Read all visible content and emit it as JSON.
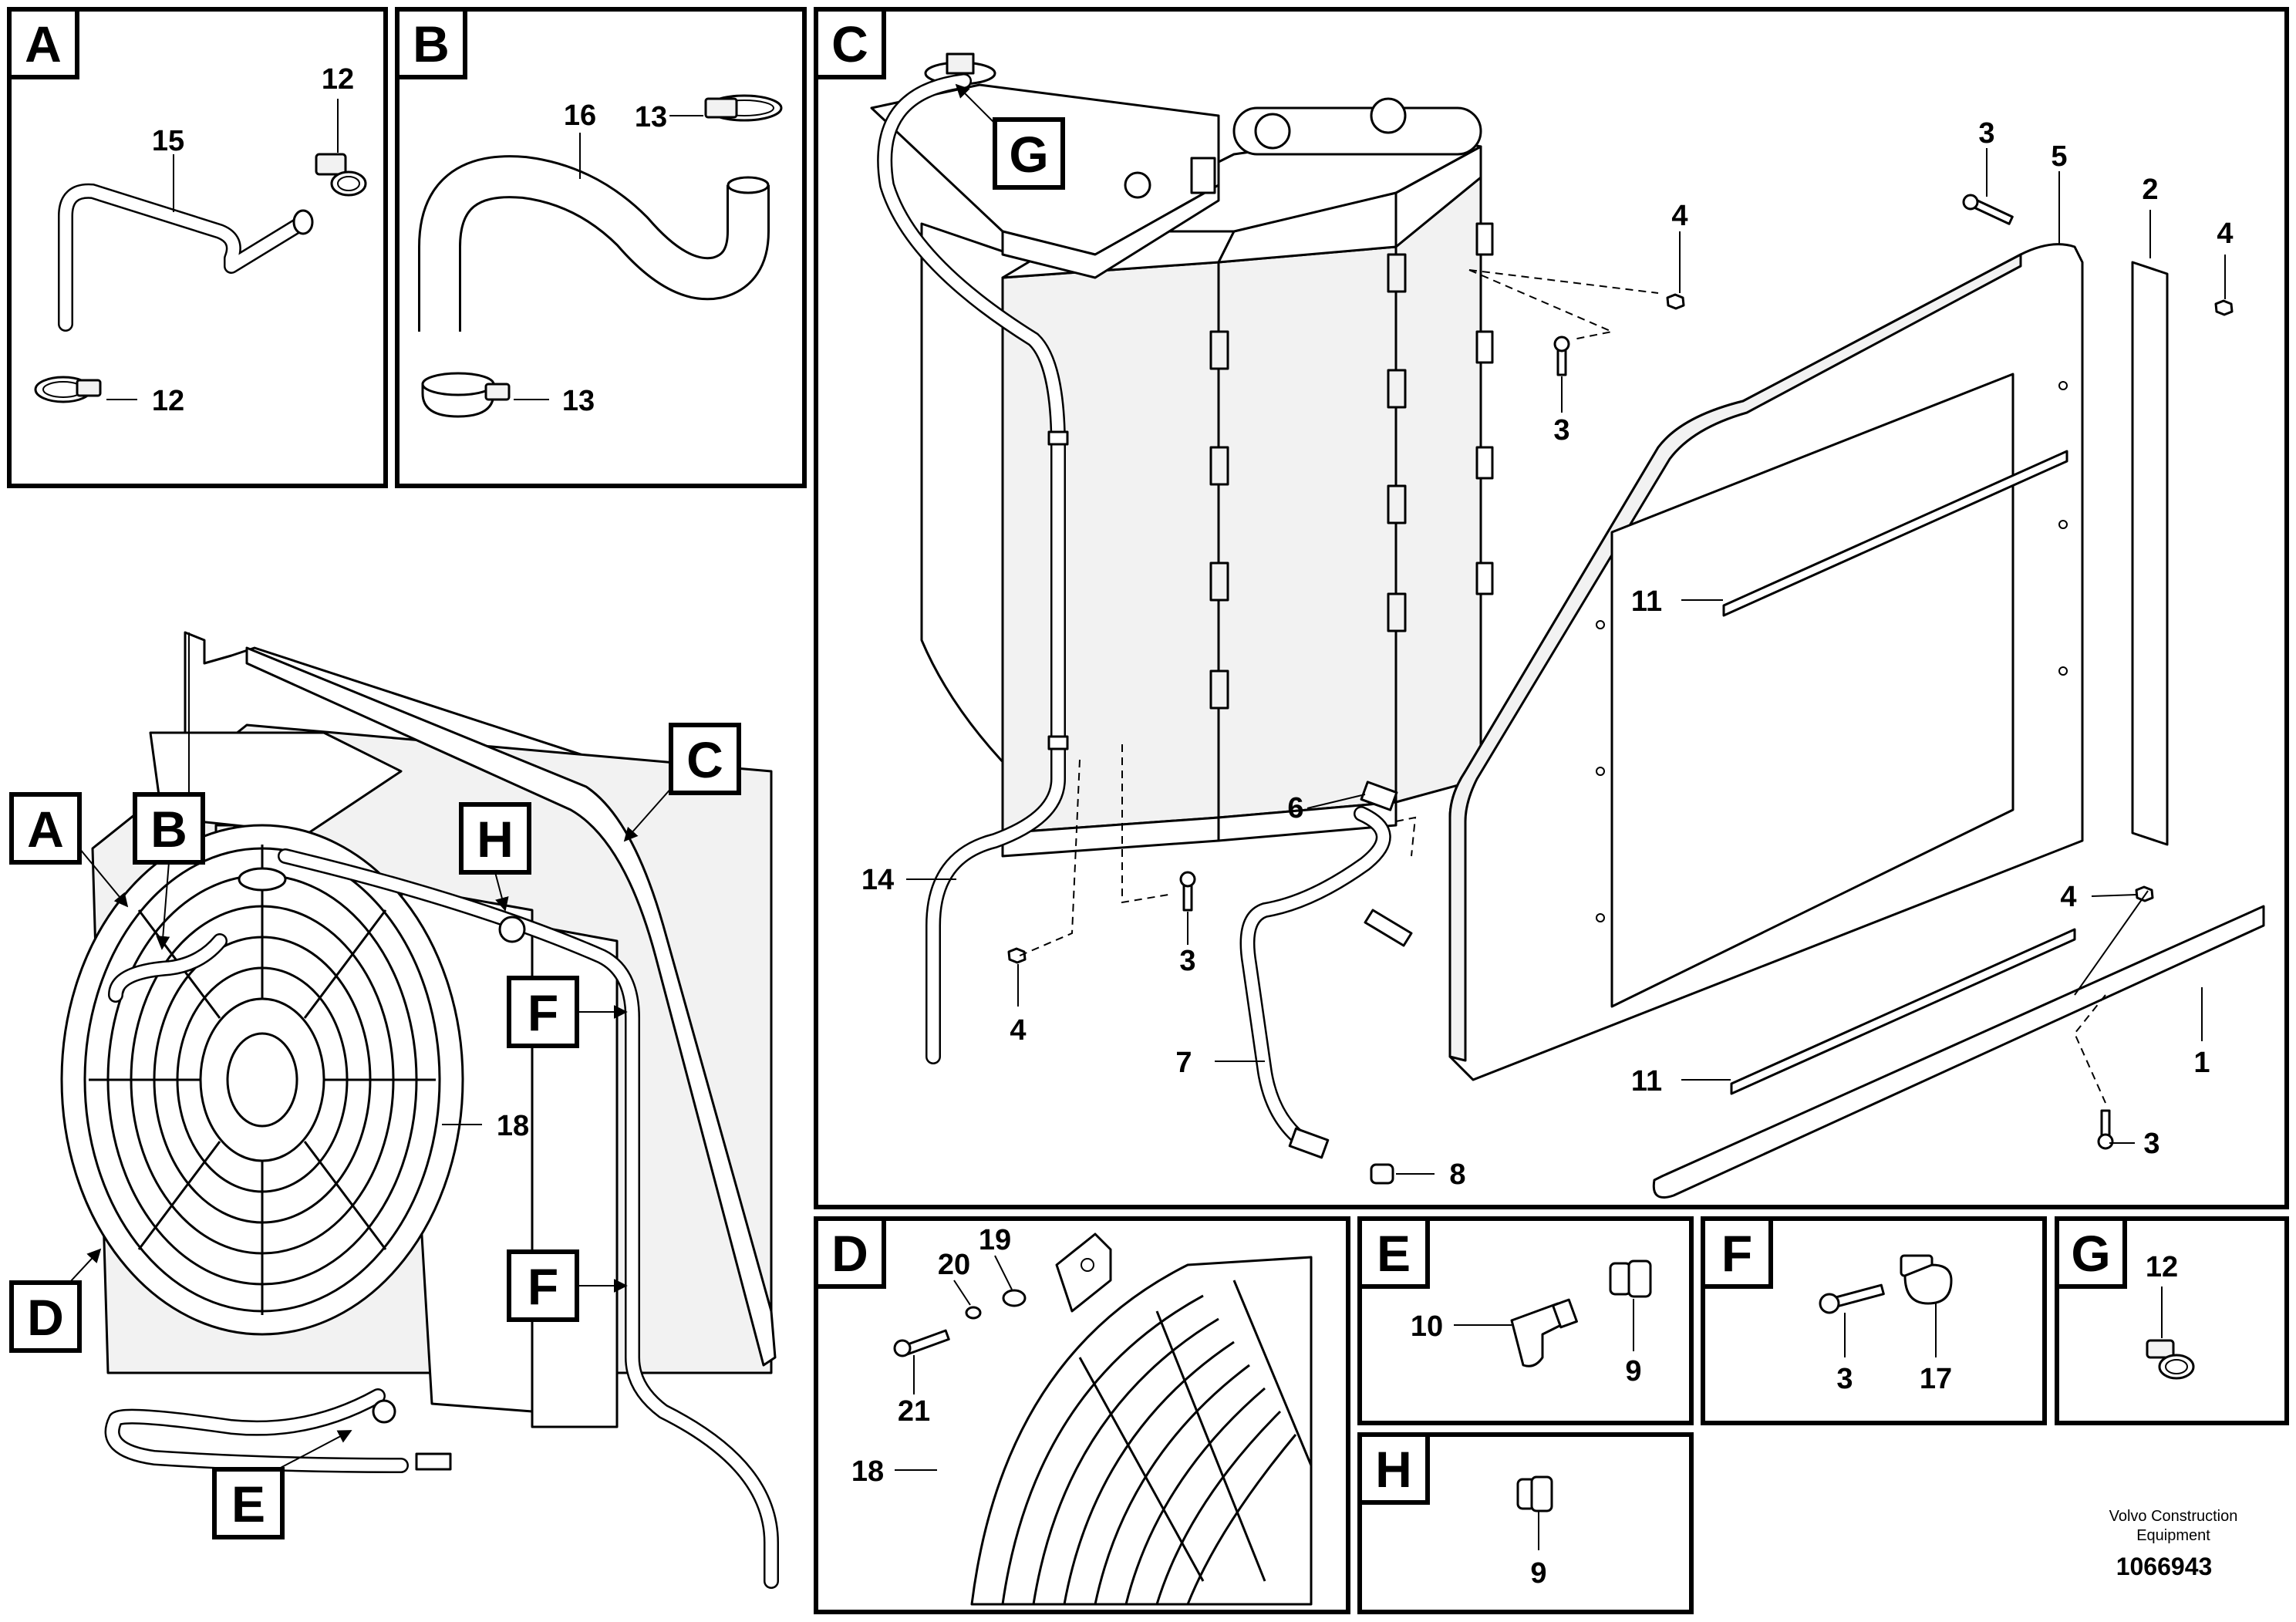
{
  "panels": [
    {
      "id": "A",
      "letter": "A"
    },
    {
      "id": "B",
      "letter": "B"
    },
    {
      "id": "C",
      "letter": "C"
    },
    {
      "id": "D",
      "letter": "D"
    },
    {
      "id": "E",
      "letter": "E"
    },
    {
      "id": "F",
      "letter": "F"
    },
    {
      "id": "G",
      "letter": "G"
    },
    {
      "id": "H",
      "letter": "H"
    }
  ],
  "panel_a": {
    "labels": [
      "12",
      "15",
      "12"
    ]
  },
  "panel_b": {
    "labels": [
      "16",
      "13",
      "13"
    ]
  },
  "panel_c": {
    "callout": "G",
    "labels": [
      "3",
      "5",
      "2",
      "4",
      "4",
      "3",
      "11",
      "6",
      "14",
      "4",
      "3",
      "7",
      "4",
      "1",
      "11",
      "3",
      "8"
    ]
  },
  "panel_d": {
    "labels": [
      "19",
      "20",
      "21",
      "18"
    ]
  },
  "panel_e": {
    "labels": [
      "10",
      "9"
    ]
  },
  "panel_f": {
    "labels": [
      "3",
      "17"
    ]
  },
  "panel_g": {
    "labels": [
      "12"
    ]
  },
  "panel_h": {
    "labels": [
      "9"
    ]
  },
  "overview": {
    "callouts": [
      "A",
      "B",
      "C",
      "H",
      "F",
      "F",
      "D",
      "E"
    ],
    "labels": [
      "18"
    ]
  },
  "credit": {
    "line1": "Volvo Construction",
    "line2": "Equipment",
    "doc_number": "1066943"
  }
}
